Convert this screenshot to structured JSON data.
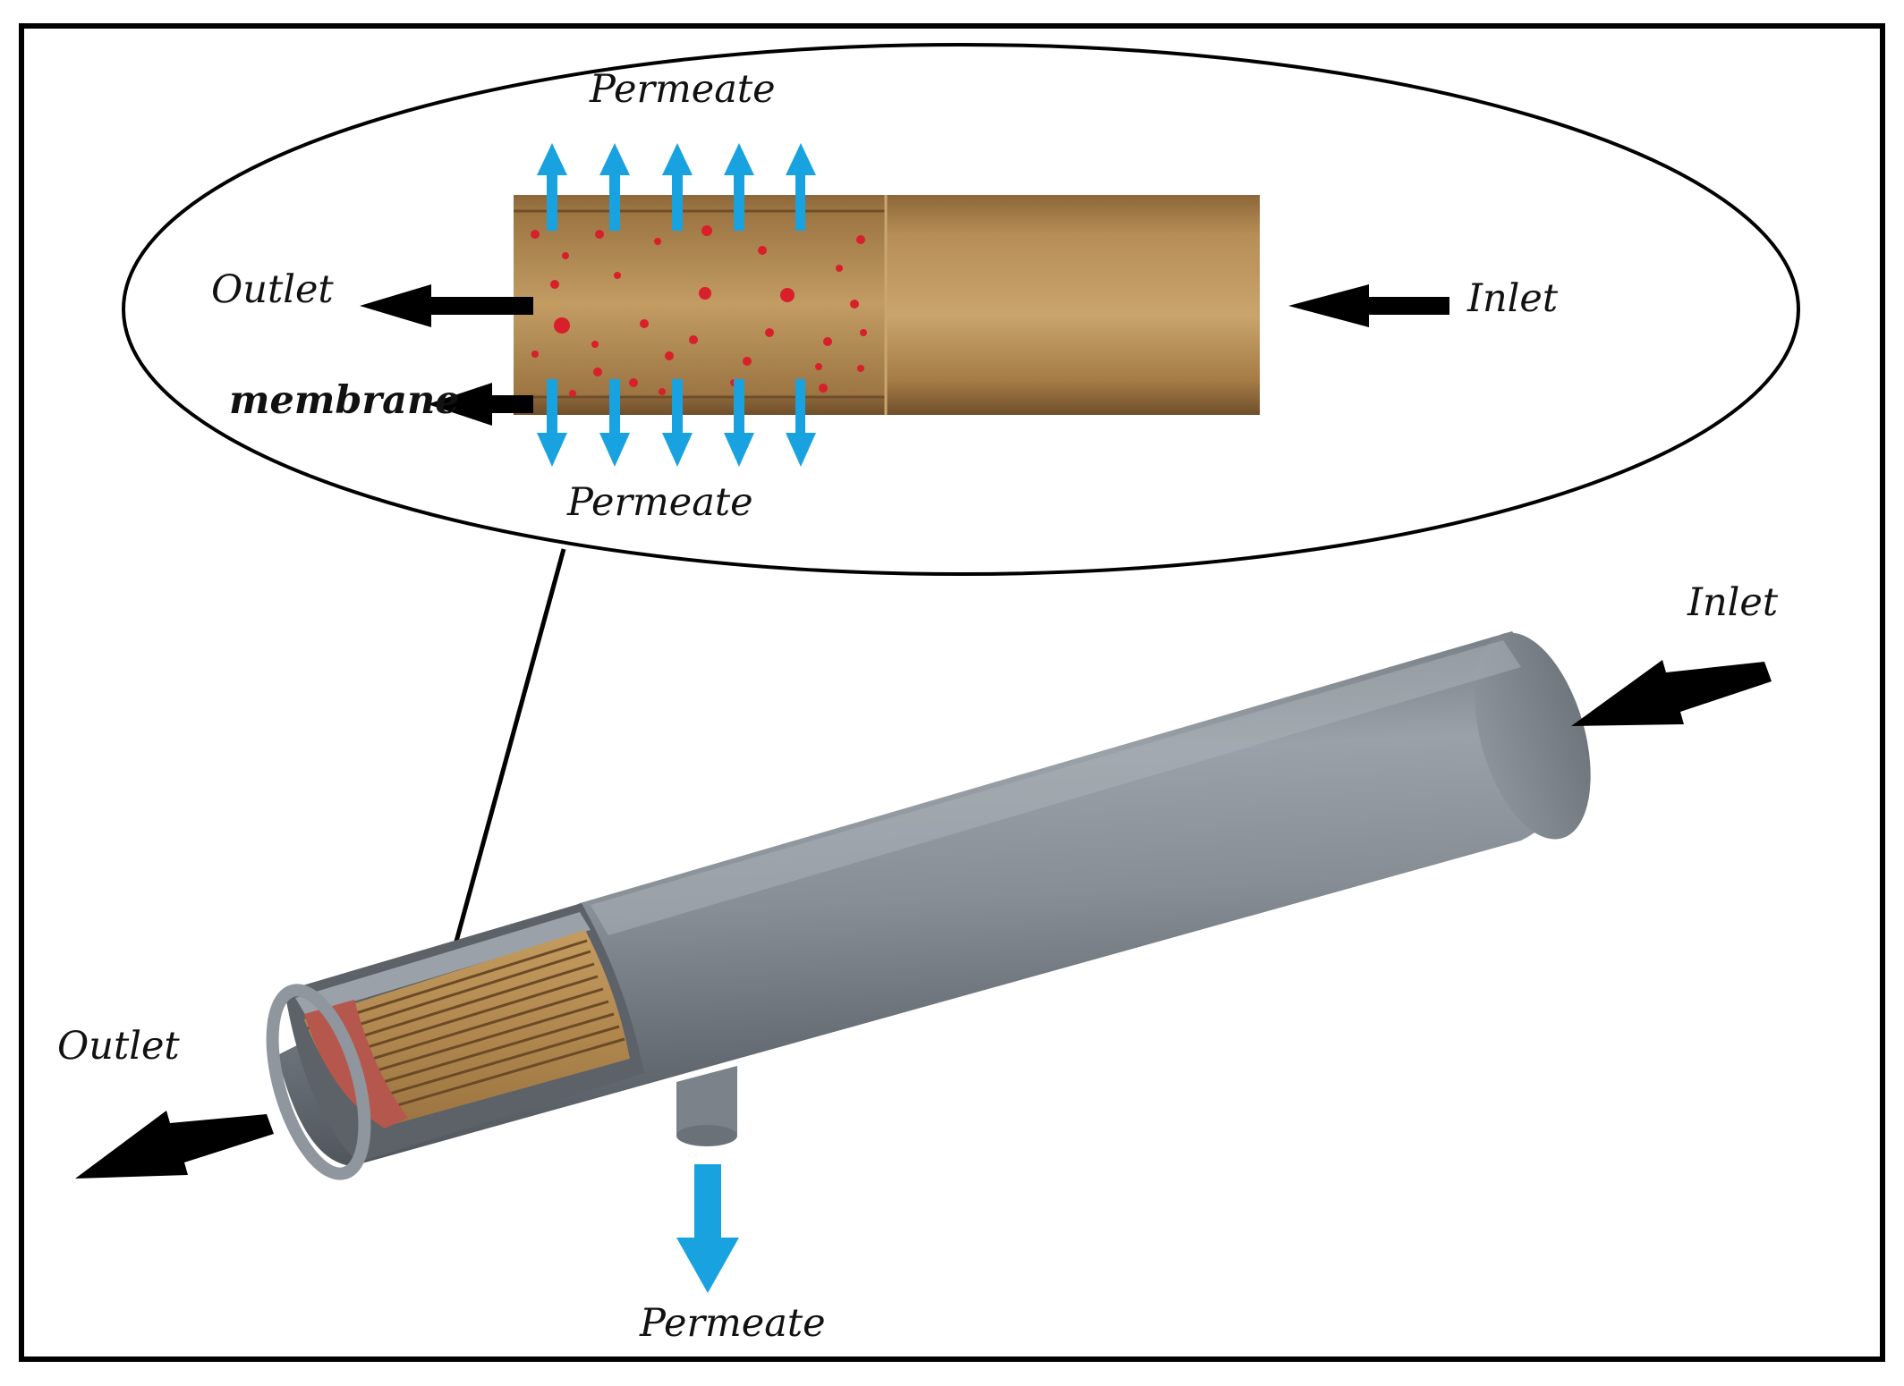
{
  "labels": {
    "permeate_top": "Permeate",
    "permeate_mid": "Permeate",
    "permeate_bottom": "Permeate",
    "outlet_zoom": "Outlet",
    "inlet_zoom": "Inlet",
    "membrane": "membrane",
    "inlet_module": "Inlet",
    "outlet_module": "Outlet"
  },
  "colors": {
    "frame": "#000000",
    "membrane_tan": "#b98e57",
    "membrane_shadow": "#8a6436",
    "particles": "#d81f2a",
    "permeate_arrows": "#18a3e0",
    "flow_arrows": "#000000",
    "module_shell": "#7e858d",
    "cut_face": "#b5574c"
  }
}
